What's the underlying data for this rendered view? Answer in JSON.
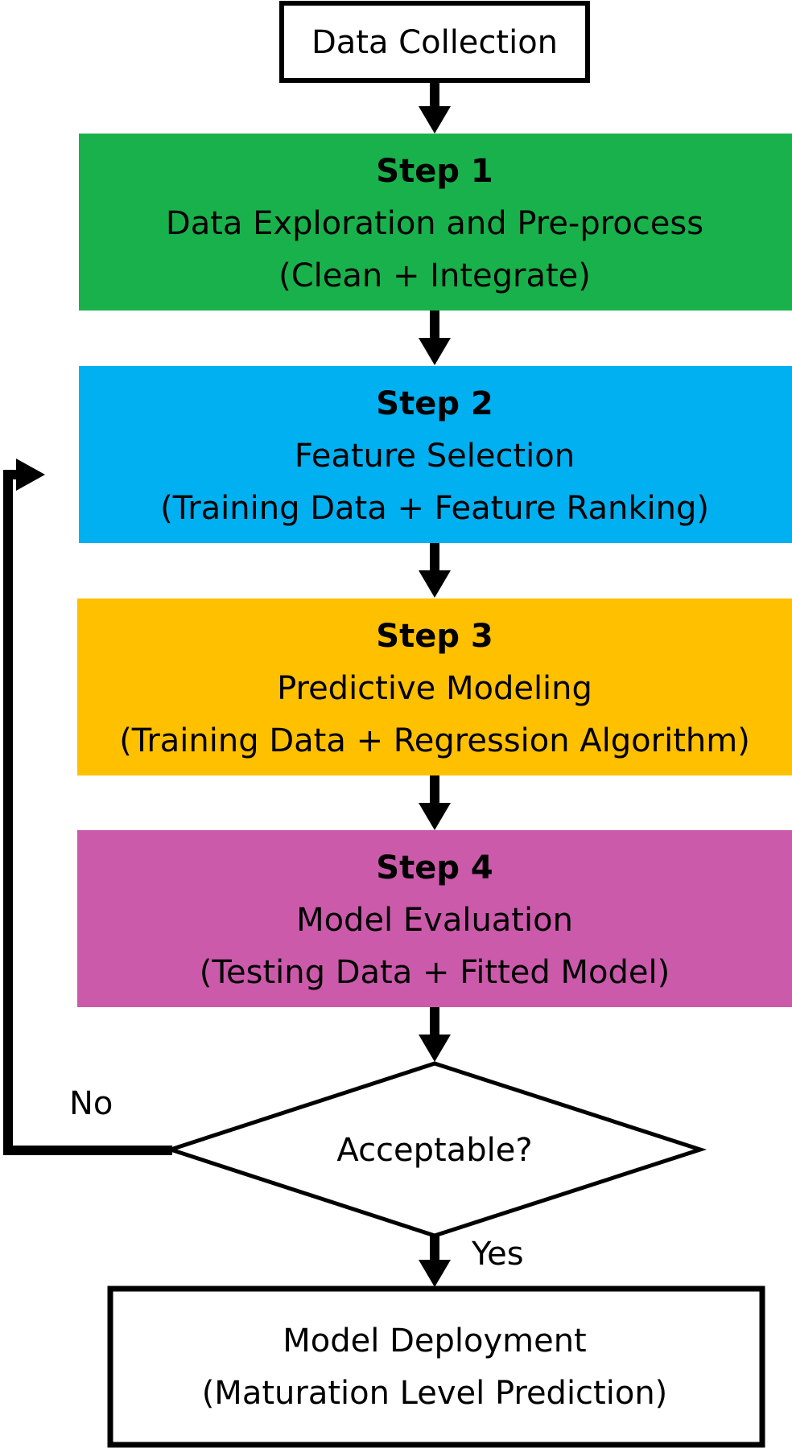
{
  "colors": {
    "step1": "#19b14b",
    "step2": "#00b0f0",
    "step3": "#ffc000",
    "step4": "#cc5aab",
    "stroke": "#000000",
    "plain": "#ffffff"
  },
  "start": {
    "label": "Data Collection"
  },
  "steps": [
    {
      "title": "Step 1",
      "name": "Data Exploration and Pre-process",
      "detail": "(Clean + Integrate)"
    },
    {
      "title": "Step 2",
      "name": "Feature Selection",
      "detail": "(Training Data + Feature Ranking)"
    },
    {
      "title": "Step 3",
      "name": "Predictive Modeling",
      "detail": "(Training Data + Regression Algorithm)"
    },
    {
      "title": "Step 4",
      "name": "Model Evaluation",
      "detail": "(Testing Data + Fitted Model)"
    }
  ],
  "decision": {
    "label": "Acceptable?",
    "no_label": "No",
    "yes_label": "Yes"
  },
  "end": {
    "line1": "Model Deployment",
    "line2": "(Maturation Level Prediction)"
  }
}
